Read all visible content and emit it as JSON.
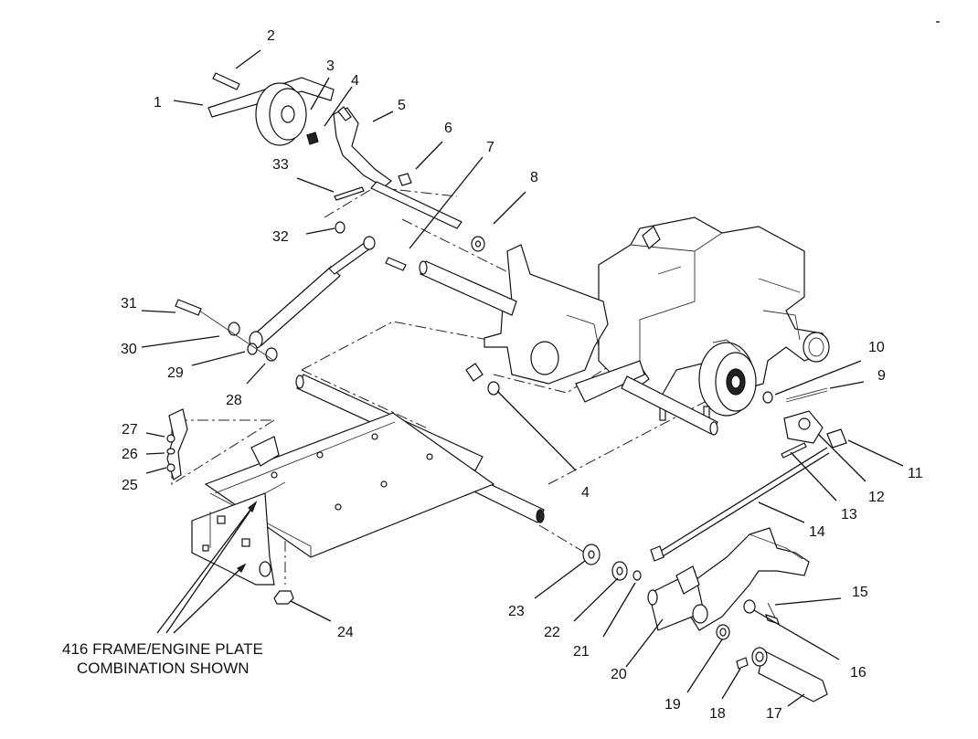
{
  "caption": {
    "line1": "416 FRAME/ENGINE PLATE",
    "line2": "COMBINATION SHOWN"
  },
  "callouts": {
    "c1": "1",
    "c2": "2",
    "c3": "3",
    "c4a": "4",
    "c4b": "4",
    "c5": "5",
    "c6": "6",
    "c7": "7",
    "c8": "8",
    "c9": "9",
    "c10": "10",
    "c11": "11",
    "c12": "12",
    "c13": "13",
    "c14": "14",
    "c15": "15",
    "c16": "16",
    "c17": "17",
    "c18": "18",
    "c19": "19",
    "c20": "20",
    "c21": "21",
    "c22": "22",
    "c23": "23",
    "c24": "24",
    "c25": "25",
    "c26": "26",
    "c27": "27",
    "c28": "28",
    "c29": "29",
    "c30": "30",
    "c31": "31",
    "c32": "32",
    "c33": "33"
  }
}
